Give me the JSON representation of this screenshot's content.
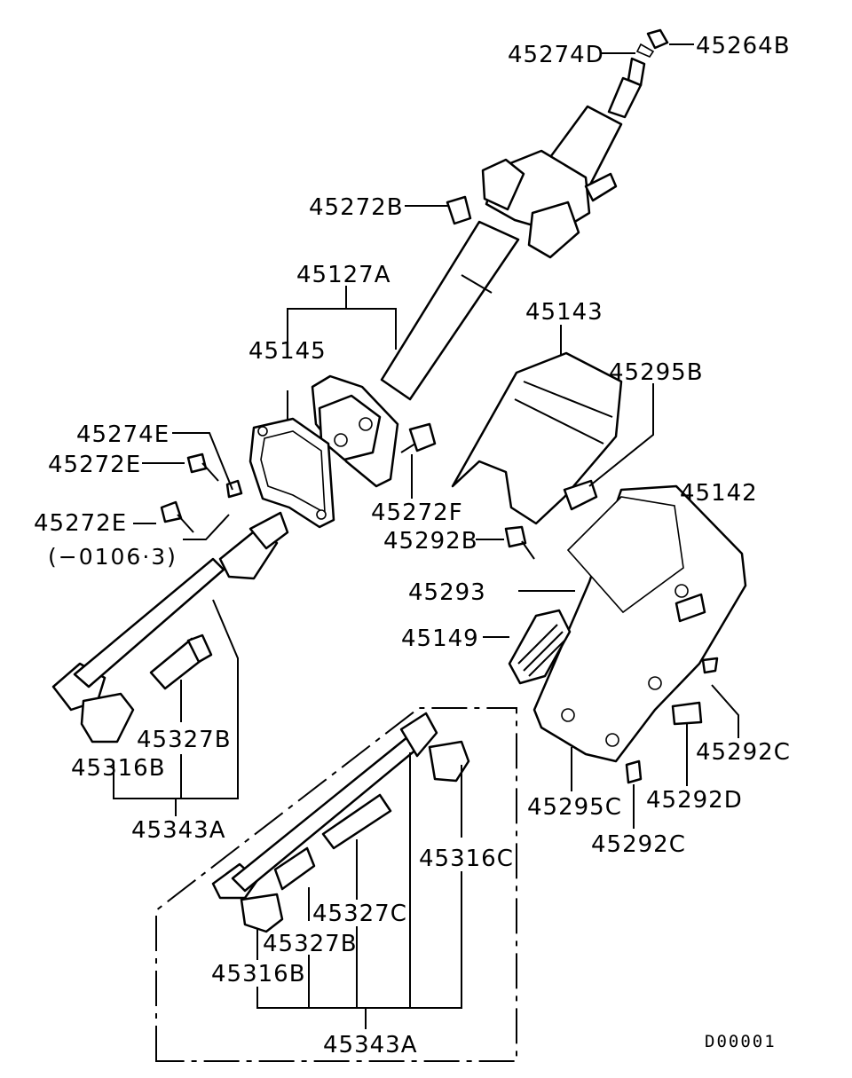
{
  "labels": {
    "p45274D": "45274D",
    "p45264B": "45264B",
    "p45272B": "45272B",
    "p45127A": "45127A",
    "p45145": "45145",
    "p45143": "45143",
    "p45295B": "45295B",
    "p45274E": "45274E",
    "p45272E_a": "45272E",
    "p45272E_b": "45272E",
    "p45272E_note": "(−0106·3)",
    "p45272F": "45272F",
    "p45142": "45142",
    "p45292B": "45292B",
    "p45293": "45293",
    "p45149": "45149",
    "p45327B_a": "45327B",
    "p45316B_a": "45316B",
    "p45343A_a": "45343A",
    "p45292C_a": "45292C",
    "p45292D": "45292D",
    "p45295C": "45295C",
    "p45292C_b": "45292C",
    "p45316C": "45316C",
    "p45327C": "45327C",
    "p45327B_b": "45327B",
    "p45316B_b": "45316B",
    "p45343A_b": "45343A"
  },
  "diagram_code": "D00001"
}
